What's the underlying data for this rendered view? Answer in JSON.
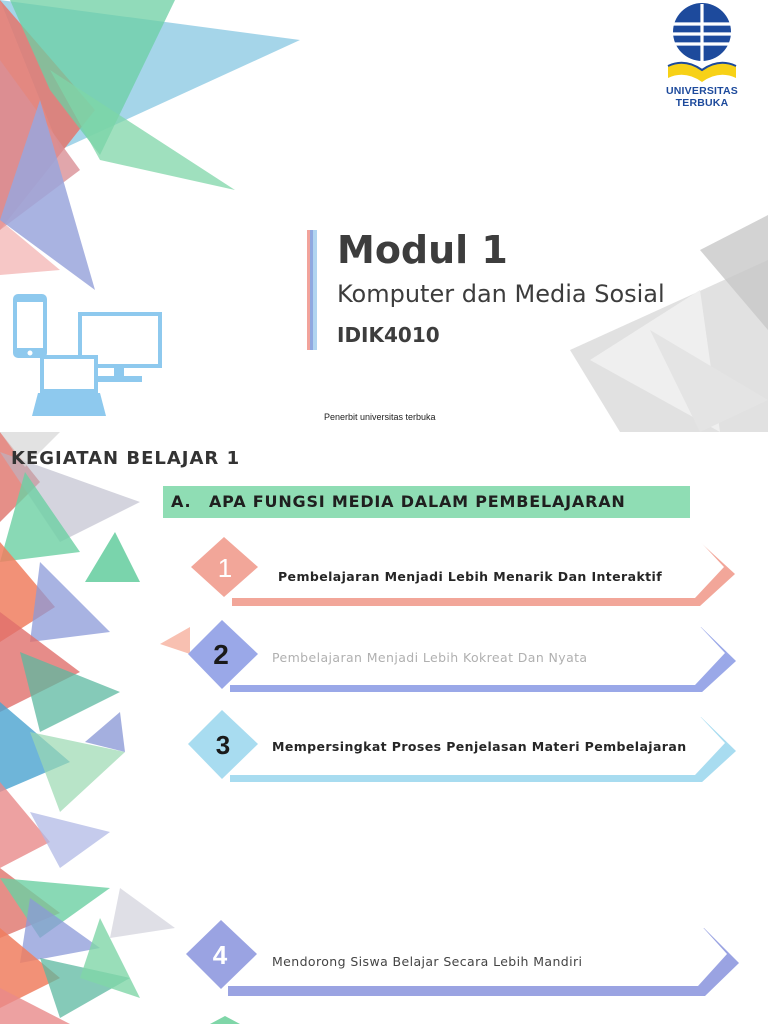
{
  "slide1": {
    "logo_text": "UNIVERSITAS TERBUKA",
    "title": "Modul 1",
    "subtitle": "Komputer dan Media Sosial",
    "course_code": "IDIK4010",
    "publisher": "Penerbit universitas terbuka"
  },
  "slide2": {
    "title": "KEGIATAN BELAJAR 1",
    "section_letter": "A.",
    "section_title": "APA FUNGSI MEDIA DALAM PEMBELAJARAN",
    "items": [
      {
        "number": "1",
        "text": "Pembelajaran Menjadi Lebih Menarik Dan Interaktif"
      },
      {
        "number": "2",
        "text": "Pembelajaran Menjadi Lebih Kokreat Dan Nyata"
      },
      {
        "number": "3",
        "text": "Mempersingkat Proses Penjelasan Materi Pembelajaran"
      }
    ]
  },
  "slide3": {
    "items": [
      {
        "number": "4",
        "text": "Mendorong Siswa Belajar Secara Lebih Mandiri"
      }
    ]
  },
  "colors": {
    "title_accent": [
      "#f2a39b",
      "#8fa8e0",
      "#96d9ad",
      "#b0d4f0"
    ],
    "item1": "#f2a699",
    "item2": "#9aa8e8",
    "item3": "#a8dcf0",
    "item4": "#9aa3e2",
    "logo_blue": "#1d4a9c",
    "logo_yellow": "#f7d117"
  }
}
